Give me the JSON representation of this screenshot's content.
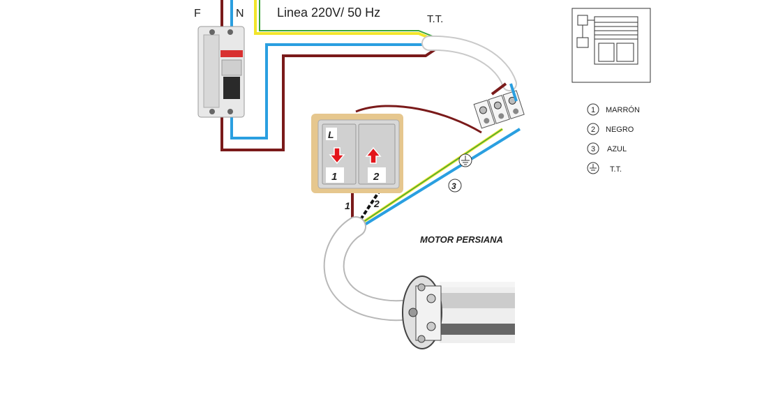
{
  "labels": {
    "phase": "F",
    "neutral": "N",
    "line": "Linea 220V/ 50 Hz",
    "earth_top": "T.T.",
    "motor": "MOTOR PERSIANA"
  },
  "switch": {
    "live": "L",
    "down_num": "1",
    "up_num": "2"
  },
  "wire_numbers": {
    "w1": "1",
    "w2": "2",
    "w3": "3"
  },
  "legend": [
    {
      "num": "1",
      "text": "MARRÓN"
    },
    {
      "num": "2",
      "text": "NEGRO"
    },
    {
      "num": "3",
      "text": "AZUL"
    },
    {
      "num": "",
      "text": "T.T."
    }
  ],
  "colors": {
    "brown": "#7a1a1a",
    "blue": "#2a9fe0",
    "yellow": "#f2e52a",
    "green": "#3aa53a",
    "black": "#111111",
    "switch_body": "#e6c78e",
    "arrow_red": "#e3151b"
  },
  "icons": [
    "earth-symbol-icon",
    "down-arrow-icon",
    "up-arrow-icon",
    "breaker-icon",
    "window-blind-icon"
  ]
}
